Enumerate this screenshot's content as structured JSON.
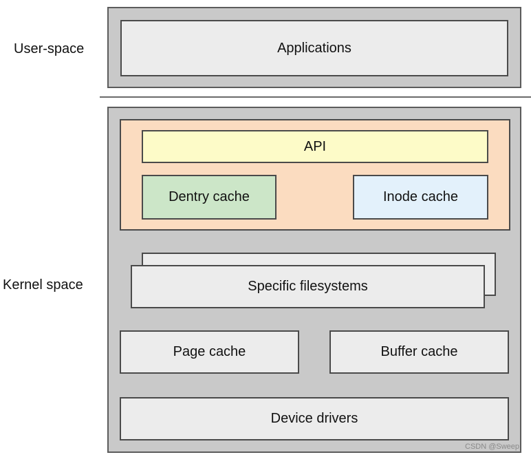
{
  "labels": {
    "user_space": "User-space",
    "kernel_space": "Kernel space"
  },
  "boxes": {
    "applications": "Applications",
    "api": "API",
    "dentry_cache": "Dentry cache",
    "inode_cache": "Inode cache",
    "specific_filesystems": "Specific filesystems",
    "page_cache": "Page cache",
    "buffer_cache": "Buffer cache",
    "device_drivers": "Device drivers"
  },
  "watermark": "CSDN @Sweep",
  "colors": {
    "frame_gray": "#c9c9c9",
    "box_gray": "#ececec",
    "vfs_panel_orange": "#fbdcc0",
    "api_yellow": "#fdfbc8",
    "dentry_green": "#cce6c8",
    "inode_blue": "#e3f1fb"
  }
}
